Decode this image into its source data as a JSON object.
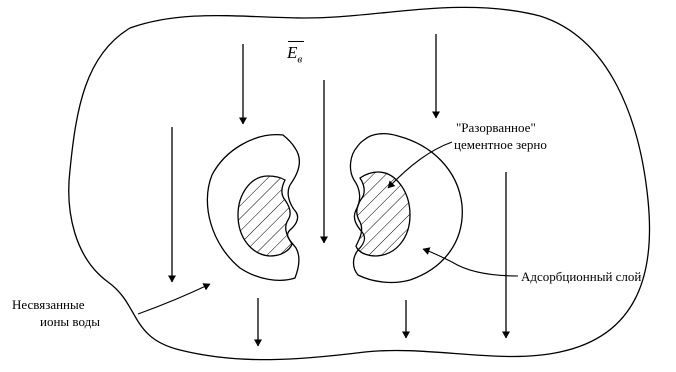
{
  "field": {
    "symbol": "E",
    "subscript": "в"
  },
  "labels": {
    "torn_grain_line1": "\"Разорванное\"",
    "torn_grain_line2": "цементное зерно",
    "adsorption_layer": "Адсорбционный слой",
    "free_ions_line1": "Несвязанные",
    "free_ions_line2": "ионы воды"
  }
}
